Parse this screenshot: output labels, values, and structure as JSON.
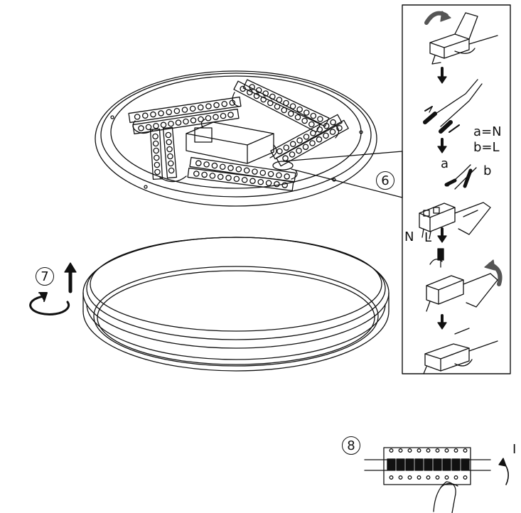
{
  "steps": {
    "six": "6",
    "seven": "7",
    "eight": "8"
  },
  "wiring": {
    "code_a": "a=N",
    "code_b": "b=L",
    "wire_a": "a",
    "wire_b": "b",
    "terminal_n": "N",
    "terminal_l": "L"
  },
  "breaker": {
    "switch_mark": "I"
  },
  "colors": {
    "line": "#111111",
    "background": "#ffffff"
  }
}
